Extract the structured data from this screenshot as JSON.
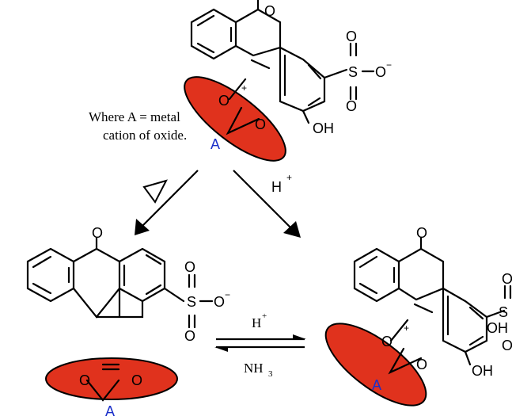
{
  "note": {
    "line1": "Where A = metal",
    "line2": "cation of oxide."
  },
  "labels": {
    "oxo": "O",
    "ring_oxygen": "O",
    "hydroxyl": "OH",
    "metal": "A",
    "sulfur": "S",
    "sulfonate_o": "O",
    "minus": "−",
    "plus": "+",
    "sulfonic_oh": "OH"
  },
  "conditions": {
    "heat_label": "",
    "acid_main": "H",
    "acid_main_sup": "+",
    "acid_eq": "H",
    "acid_eq_sup": "+",
    "base_eq": "NH",
    "base_eq_sub": "3"
  },
  "colors": {
    "complex_fill": "#e0321d",
    "metal_text": "#1a2fc9"
  }
}
